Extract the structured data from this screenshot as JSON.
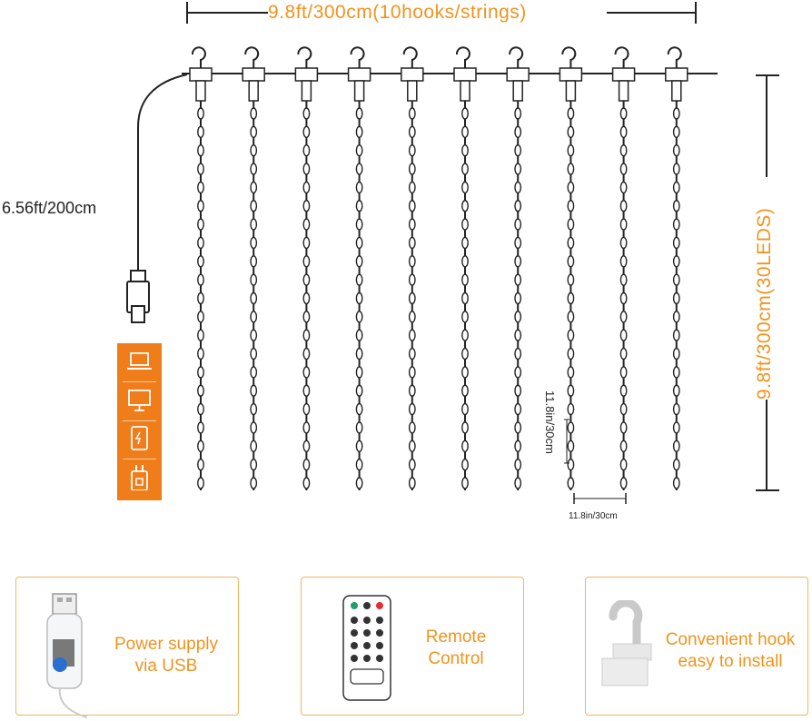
{
  "dimensions": {
    "width_label": "9.8ft/300cm(10hooks/strings)",
    "height_label": "9.8ft/300cm(30LEDS)",
    "cable_label": "6.56ft/200cm",
    "led_spacing_label": "11.8in/30cm",
    "string_spacing_label": "11.8in/30cm"
  },
  "product": {
    "hooks_count": 10,
    "leds_per_string": 30
  },
  "devices": [
    {
      "name": "laptop-icon"
    },
    {
      "name": "monitor-icon"
    },
    {
      "name": "power-bank-icon"
    },
    {
      "name": "usb-adapter-icon"
    }
  ],
  "features": [
    {
      "line1": "Power supply",
      "line2": "via USB",
      "icon": "usb-controller-icon"
    },
    {
      "line1": "Remote",
      "line2": "Control",
      "icon": "remote-control-icon"
    },
    {
      "line1": "Convenient hook",
      "line2": "easy to install",
      "icon": "hook-icon"
    }
  ],
  "colors": {
    "accent": "#f0931e",
    "device_bar": "#ef7d1a",
    "card_border": "#f2b45a"
  }
}
